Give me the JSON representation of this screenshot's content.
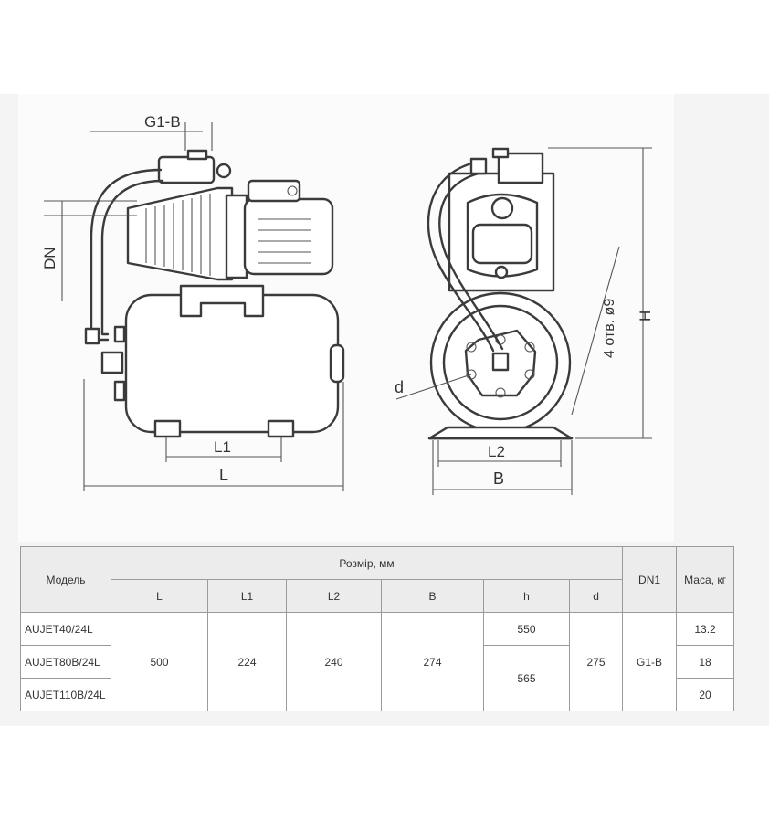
{
  "drawing": {
    "labels": {
      "g1b": "G1-B",
      "dn": "DN",
      "l1": "L1",
      "l": "L",
      "d": "d",
      "holes": "4 отв. ø9",
      "h": "H",
      "l2": "L2",
      "b": "B"
    }
  },
  "table": {
    "headers": {
      "model": "Модель",
      "size_group": "Розмір, мм",
      "dn1": "DN1",
      "mass": "Маса, кг",
      "columns": [
        "L",
        "L1",
        "L2",
        "B",
        "h",
        "d"
      ]
    },
    "models": [
      "AUJET40/24L",
      "AUJET80B/24L",
      "AUJET110B/24L"
    ],
    "shared": {
      "L": "500",
      "L1": "224",
      "L2": "240",
      "B": "274",
      "d": "275",
      "DN1": "G1-B"
    },
    "h_values": [
      "550",
      "565"
    ],
    "mass": [
      "13.2",
      "18",
      "20"
    ]
  }
}
